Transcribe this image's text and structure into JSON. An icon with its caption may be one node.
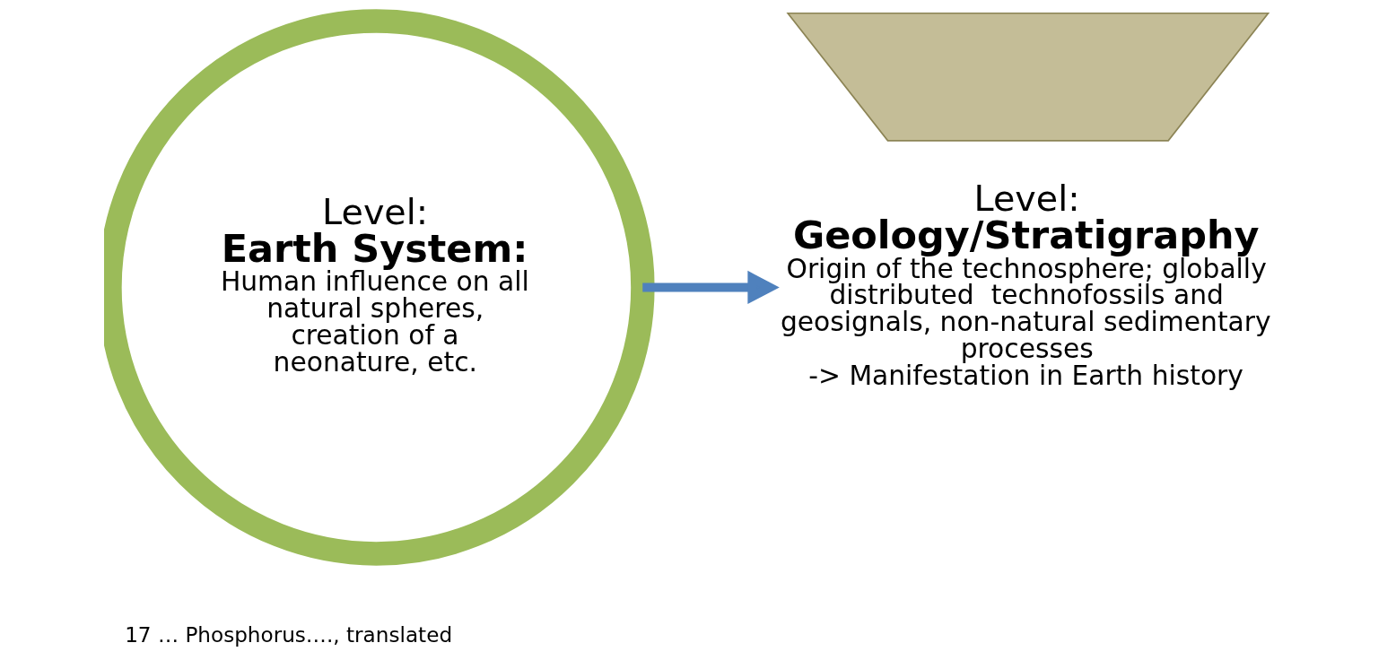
{
  "diagram": {
    "caption": "17 … Phosphorus…., translated",
    "nodes": [
      {
        "text": [
          "Level:",
          "Earth System:",
          "Human influence on all natural spheres, creation of a neonature, etc."
        ]
      },
      {
        "text": [
          "Level:",
          "Geology/Stratigraphy",
          "Origin of the technosphere; globally distributed  technofossils and geosignals, non-natural sedimentary processes",
          "-> Manifestation in Earth history"
        ]
      },
      {
        "text": [],
        "shape": "bowl"
      }
    ],
    "edges": [
      {
        "from": 0,
        "to": 1,
        "arrow": "to"
      }
    ]
  }
}
